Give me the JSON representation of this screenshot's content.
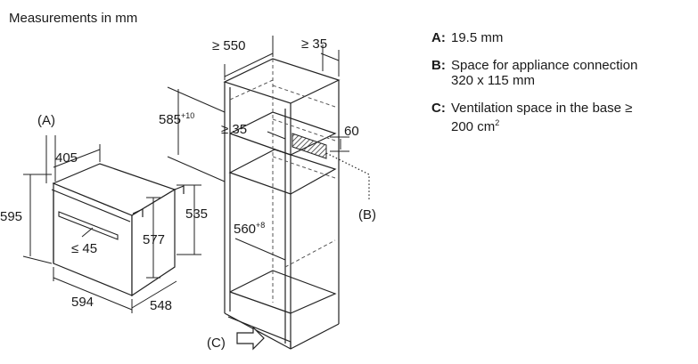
{
  "title": "Measurements in mm",
  "oven": {
    "label_a": "(A)",
    "depth_top": "405",
    "height_front": "595",
    "height_side": "535",
    "inner_height": "577",
    "handle_gap": "≤ 45",
    "width_front": "594",
    "depth_bottom": "548"
  },
  "cabinet": {
    "width_min": "≥ 550",
    "back_gap_min": "≥ 35",
    "niche_height": "585",
    "niche_height_tol": "+10",
    "inner_gap_min": "≥ 35",
    "slot_height": "60",
    "niche_width": "560",
    "niche_width_tol": "+8",
    "label_b": "(B)",
    "label_c": "(C)"
  },
  "legend": [
    {
      "key": "A:",
      "text": "19.5 mm"
    },
    {
      "key": "B:",
      "text": "Space for appliance connection\n320 x 115 mm"
    },
    {
      "key": "C:",
      "text": "Ventilation space in the base ≥\n200 cm",
      "sup": "2"
    }
  ]
}
